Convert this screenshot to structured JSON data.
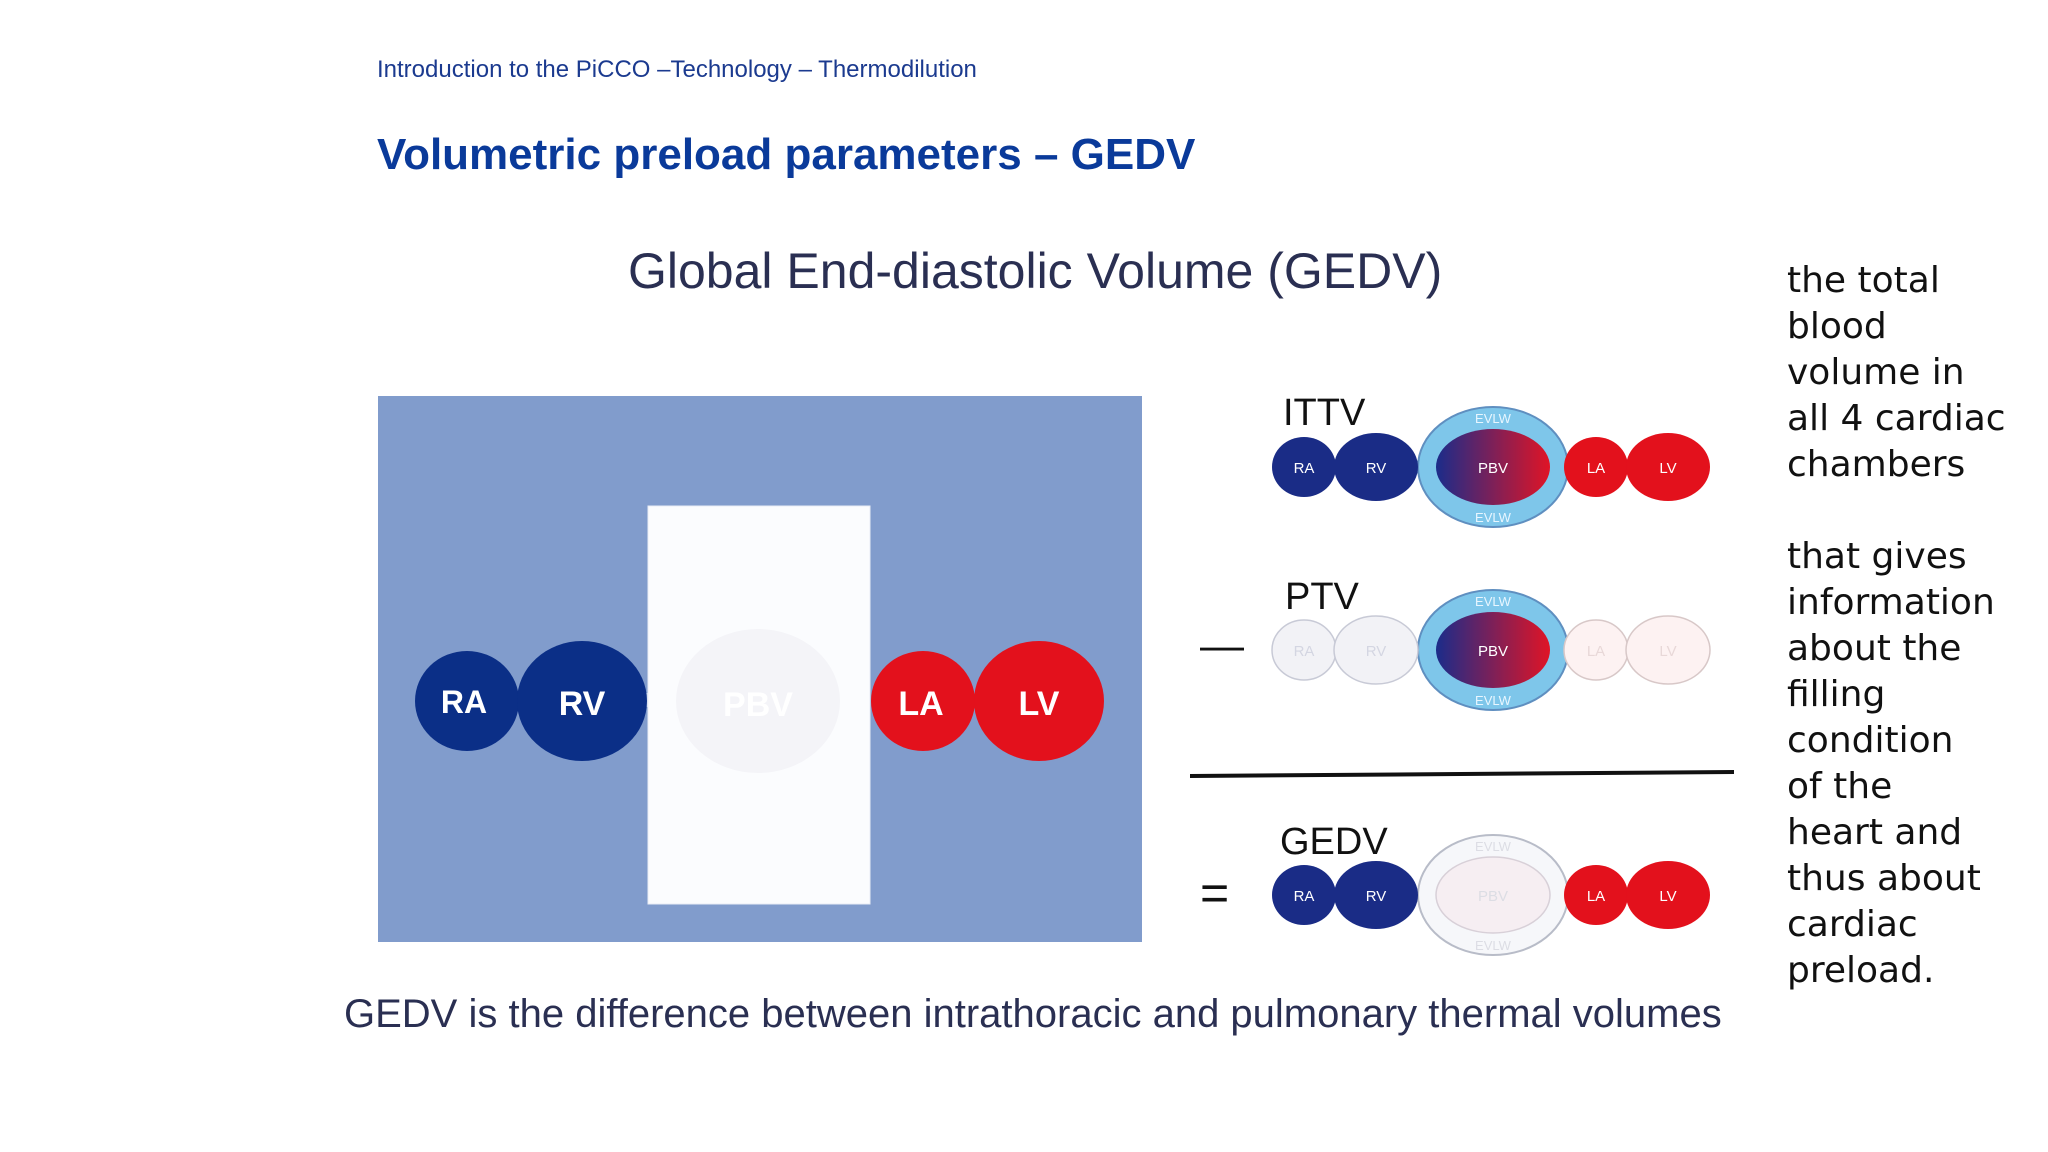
{
  "header": {
    "subtitle": "Introduction to the PiCCO –Technology – Thermodilution",
    "title": "Volumetric preload parameters – GEDV"
  },
  "main": {
    "heading": "Global End-diastolic Volume (GEDV)",
    "footer": "GEDV is the difference between intrathoracic and pulmonary thermal volumes"
  },
  "big_diagram": {
    "chambers": [
      "RA",
      "RV",
      "PBV",
      "LA",
      "LV"
    ],
    "colors": {
      "panel": "#819ccc",
      "right_heart": "#0b2f87",
      "left_heart": "#e3111c"
    }
  },
  "equation": {
    "rows": [
      {
        "label": "ITTV",
        "operator": ""
      },
      {
        "label": "PTV",
        "operator": "—"
      },
      {
        "label": "GEDV",
        "operator": "="
      }
    ],
    "chambers": [
      "RA",
      "RV",
      "PBV",
      "LA",
      "LV"
    ],
    "evlw": "EVLW",
    "colors": {
      "evlw": "#7ec6ea",
      "right_heart": "#1a2c86",
      "left_heart": "#e3111c"
    }
  },
  "sidenote": {
    "part1": [
      "the total",
      "blood",
      "volume in",
      "all 4 cardiac",
      "chambers"
    ],
    "part2": [
      "that gives",
      "information",
      "about the",
      "filling",
      "condition",
      "of the",
      "heart and",
      "thus about",
      "cardiac",
      "preload."
    ]
  }
}
